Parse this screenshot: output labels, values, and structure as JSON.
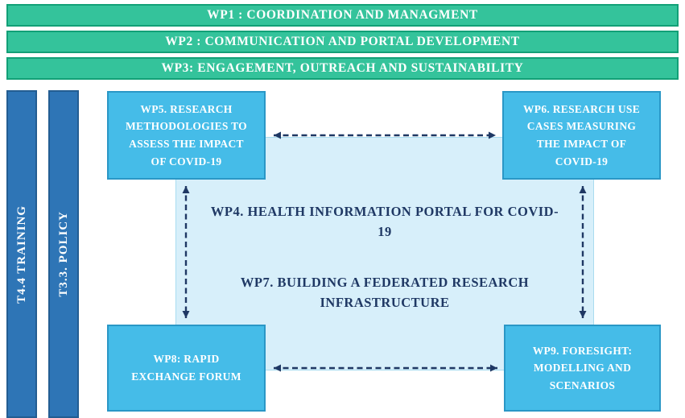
{
  "top_bars": [
    {
      "label": "WP1 : COORDINATION AND MANAGMENT"
    },
    {
      "label": "WP2 : COMMUNICATION AND PORTAL DEVELOPMENT"
    },
    {
      "label": "WP3: ENGAGEMENT, OUTREACH AND SUSTAINABILITY"
    }
  ],
  "side_bars": [
    {
      "label": "T4.4 TRAINING"
    },
    {
      "label": "T3.3. POLICY"
    }
  ],
  "boxes": {
    "wp5": {
      "label": "WP5. RESEARCH METHODOLOGIES TO ASSESS THE IMPACT OF COVID-19"
    },
    "wp6": {
      "label": "WP6. RESEARCH USE CASES MEASURING THE IMPACT OF COVID-19"
    },
    "wp8": {
      "label": "WP8: RAPID EXCHANGE FORUM"
    },
    "wp9": {
      "label": "WP9. FORESIGHT: MODELLING AND SCENARIOS"
    }
  },
  "center": {
    "wp4": {
      "label": "WP4. HEALTH INFORMATION PORTAL FOR COVID-19"
    },
    "wp7": {
      "label": "WP7. BUILDING A FEDERATED RESEARCH INFRASTRUCTURE"
    }
  },
  "connections": [
    {
      "from": "wp5",
      "to": "wp6",
      "style": "dashed-double-arrow"
    },
    {
      "from": "wp5",
      "to": "wp8",
      "style": "dashed-double-arrow"
    },
    {
      "from": "wp6",
      "to": "wp9",
      "style": "dashed-double-arrow"
    },
    {
      "from": "wp8",
      "to": "wp9",
      "style": "dashed-double-arrow"
    }
  ],
  "colors": {
    "green_fill": "#34c39b",
    "green_border": "#12a077",
    "blue_bar_fill": "#2e75b6",
    "blue_bar_border": "#235d92",
    "box_fill": "#45bce8",
    "box_border": "#2a97c6",
    "center_fill": "#d7effa",
    "center_border": "#a9dcf0",
    "arrow_color": "#1f3864",
    "text_dark": "#1f3864"
  }
}
